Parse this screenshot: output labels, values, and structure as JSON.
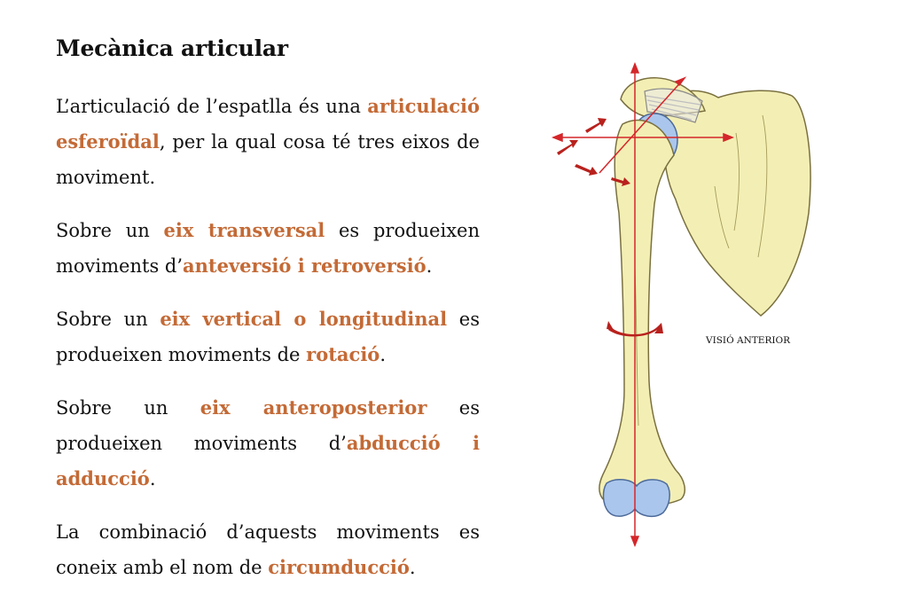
{
  "page": {
    "title": "Mecànica articular"
  },
  "paragraphs": [
    [
      {
        "t": "L’articulació de l’espatlla és una ",
        "h": false
      },
      {
        "t": "articulació esferoïdal",
        "h": true
      },
      {
        "t": ", per la qual cosa té tres eixos de moviment.",
        "h": false
      }
    ],
    [
      {
        "t": "Sobre un ",
        "h": false
      },
      {
        "t": "eix transversal",
        "h": true
      },
      {
        "t": " es produeixen moviments d’",
        "h": false
      },
      {
        "t": "anteversió i retroversió",
        "h": true
      },
      {
        "t": ".",
        "h": false
      }
    ],
    [
      {
        "t": "Sobre un ",
        "h": false
      },
      {
        "t": "eix vertical o longitudinal",
        "h": true
      },
      {
        "t": " es produeixen moviments de ",
        "h": false
      },
      {
        "t": "rotació",
        "h": true
      },
      {
        "t": ".",
        "h": false
      }
    ],
    [
      {
        "t": "Sobre un ",
        "h": false
      },
      {
        "t": "eix anteroposterior",
        "h": true
      },
      {
        "t": " es produeixen moviments d’",
        "h": false
      },
      {
        "t": "abducció i adducció",
        "h": true
      },
      {
        "t": ".",
        "h": false
      }
    ],
    [
      {
        "t": "La combinació d’aquests moviments es coneix amb el nom de ",
        "h": false
      },
      {
        "t": "circumducció",
        "h": true
      },
      {
        "t": ".",
        "h": false
      }
    ]
  ],
  "figure": {
    "caption": "VISIÓ ANTERIOR"
  },
  "colors": {
    "highlight": "#c46a36",
    "bone": "#f3efb4",
    "cartilage": "#aac6ec",
    "axis_line": "#d4262a",
    "arrow": "#b8211d"
  }
}
